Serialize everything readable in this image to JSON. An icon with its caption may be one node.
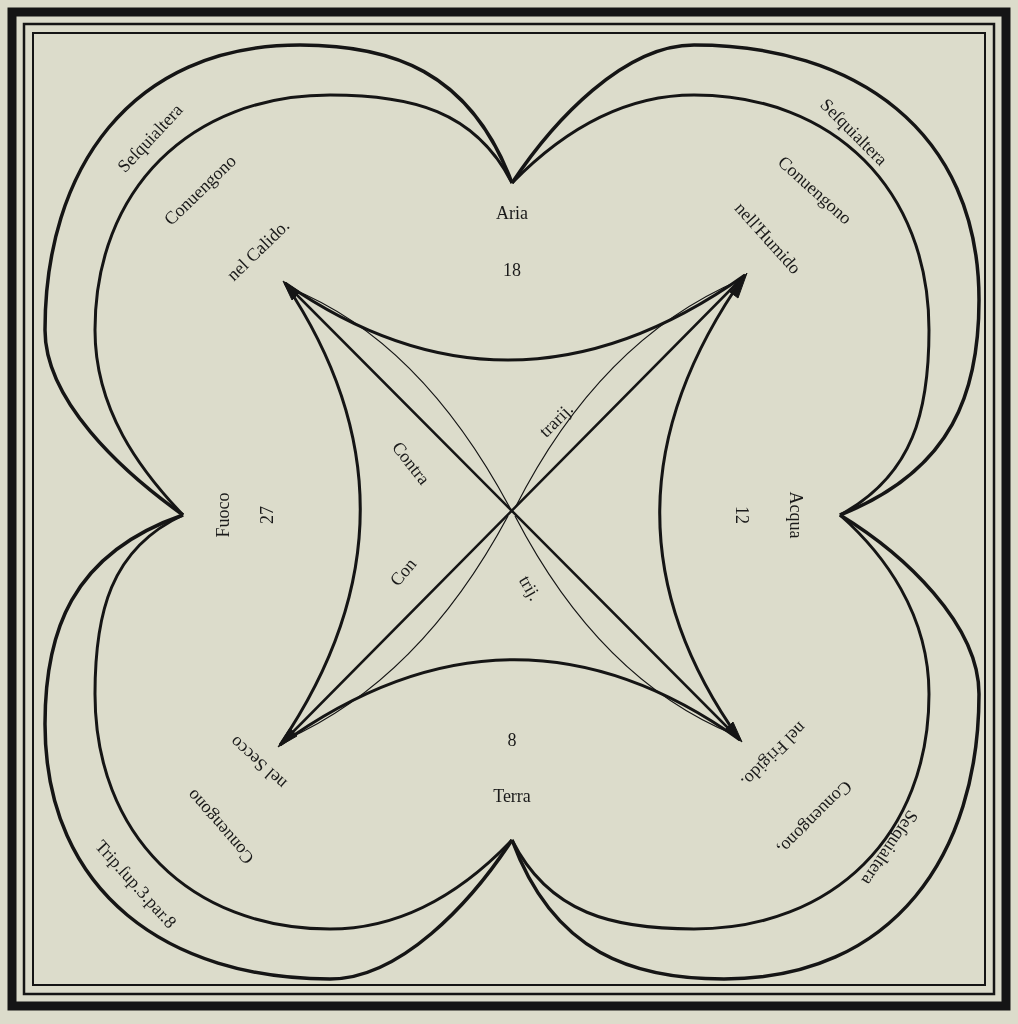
{
  "diagram": {
    "nodes": [
      {
        "text": [
          "Aria"
        ],
        "beside": [
          "18"
        ]
      },
      {
        "text": [
          "Fuoco"
        ],
        "beside": [
          "27"
        ]
      },
      {
        "text": [
          "Acqua"
        ],
        "beside": [
          "12"
        ]
      },
      {
        "text": [
          "Terra"
        ],
        "beside": [
          "8"
        ]
      }
    ],
    "edges": [
      {
        "from": 0,
        "to": 1,
        "arrow": "none",
        "label": "Seſquialtera"
      },
      {
        "from": 0,
        "to": 1,
        "arrow": "none",
        "label": "Conuengono"
      },
      {
        "from": 2,
        "to": 0,
        "arrow": "none",
        "label": "Seſquialtera"
      },
      {
        "from": 2,
        "to": 0,
        "arrow": "none",
        "label": "Conuengono"
      },
      {
        "from": 3,
        "to": 2,
        "arrow": "none",
        "label": "Seſquialtera"
      },
      {
        "from": 3,
        "to": 2,
        "arrow": "none",
        "label": "Conuengono,"
      },
      {
        "from": 1,
        "to": 3,
        "arrow": "none",
        "label": "Trip.ſup.3.par.8"
      },
      {
        "from": 1,
        "to": 3,
        "arrow": "none",
        "label": "Conuengono"
      }
    ],
    "labels": [
      "nel Calido.",
      "nell'Humido",
      "Contra",
      "trarij.",
      "Con",
      "trij.",
      "nel Secco",
      "nel Frigido."
    ]
  }
}
